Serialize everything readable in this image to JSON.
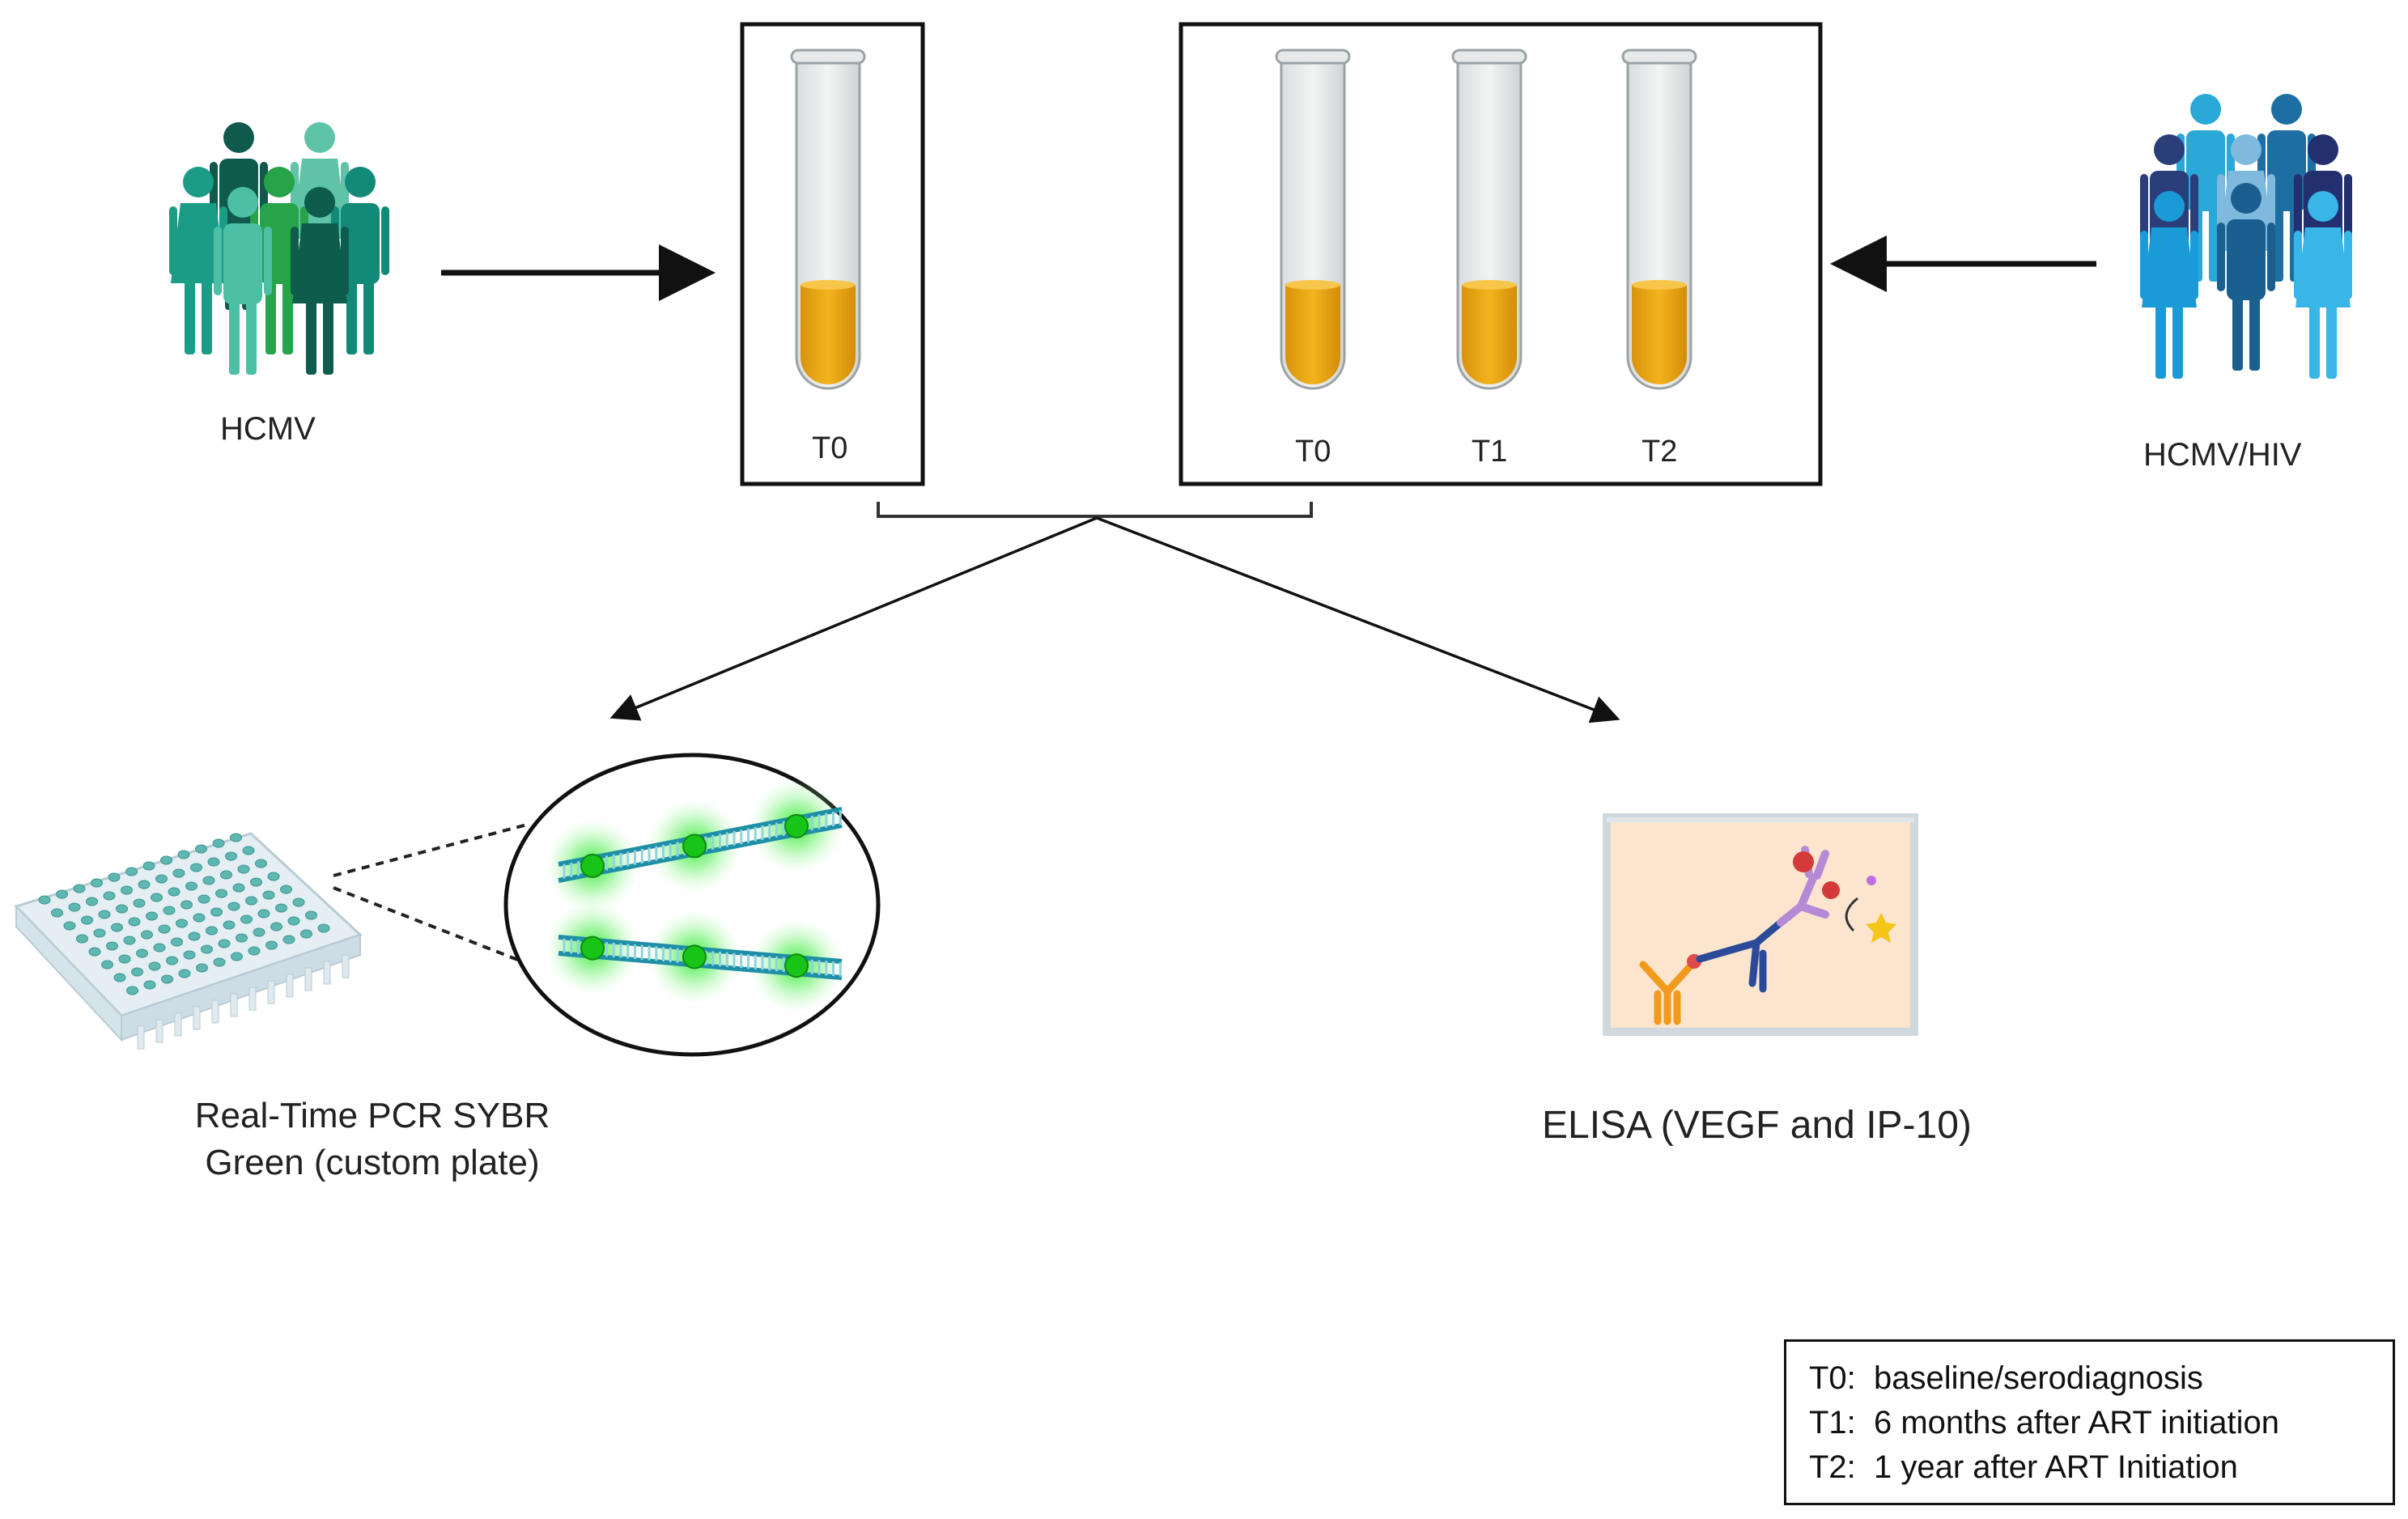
{
  "groups": {
    "left_label": "HCMV",
    "right_label": "HCMV/HIV",
    "left_color": "#1c8c7e",
    "right_color": "#1a8fc9"
  },
  "tubes": {
    "left": [
      "T0"
    ],
    "right": [
      "T0",
      "T1",
      "T2"
    ],
    "plasma_color": "#e8a714"
  },
  "methods": {
    "pcr_line1": "Real-Time PCR SYBR",
    "pcr_line2": "Green (custom plate)",
    "elisa": "ELISA (VEGF and IP-10)"
  },
  "legend": {
    "items": [
      {
        "key": "T0:",
        "text": "baseline/serodiagnosis"
      },
      {
        "key": "T1:",
        "text": "6 months after ART initiation"
      },
      {
        "key": "T2:",
        "text": "1 year after ART Initiation"
      }
    ]
  }
}
